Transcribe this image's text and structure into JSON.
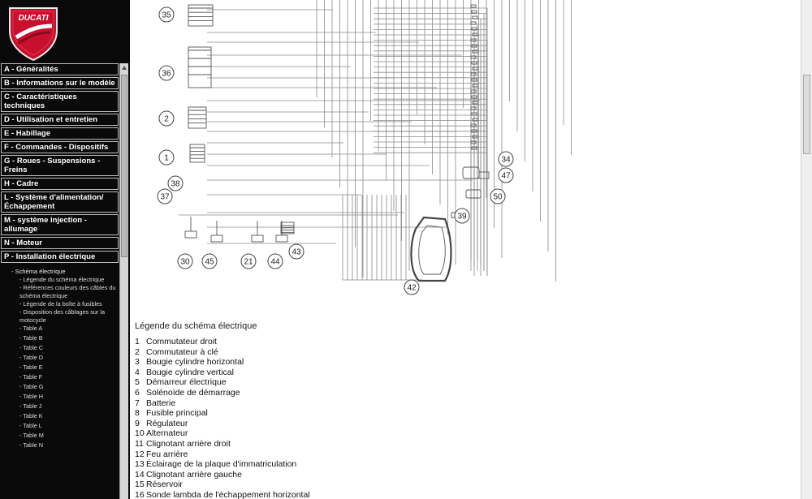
{
  "brand": {
    "logo_text": "DUCATI",
    "colors": {
      "shield": "#c8102e",
      "shield_dark": "#8a0a1e",
      "sidebar_bg": "#0a0a0a"
    }
  },
  "sidebar": {
    "sections": [
      {
        "label": "A - Généralités"
      },
      {
        "label": "B - Informations sur le modèle"
      },
      {
        "label": "C - Caractéristiques techniques"
      },
      {
        "label": "D - Utilisation et entretien"
      },
      {
        "label": "E - Habillage"
      },
      {
        "label": "F - Commandes - Dispositifs"
      },
      {
        "label": "G - Roues - Suspensions - Freins"
      },
      {
        "label": "H - Cadre"
      },
      {
        "label": "L - Système d'alimentation/Échappement"
      },
      {
        "label": "M - système injection - allumage"
      },
      {
        "label": "N - Moteur"
      },
      {
        "label": "P - Installation électrique"
      }
    ],
    "subsection": {
      "heading": "- Schéma électrique",
      "items": [
        {
          "label": "- Légende du schéma électrique"
        },
        {
          "label": "- Références couleurs des câbles du schéma électrique"
        },
        {
          "label": "- Légende de la boîte à fusibles"
        },
        {
          "label": "- Disposition des câblages sur la motocycle"
        }
      ],
      "tables": [
        {
          "label": "- Table A"
        },
        {
          "label": "- Table B"
        },
        {
          "label": "- Table C"
        },
        {
          "label": "- Table D"
        },
        {
          "label": "- Table E"
        },
        {
          "label": "- Table F"
        },
        {
          "label": "- Table G"
        },
        {
          "label": "- Table H"
        },
        {
          "label": "- Table J"
        },
        {
          "label": "- Table K"
        },
        {
          "label": "- Table L"
        },
        {
          "label": "- Table M"
        },
        {
          "label": "- Table N"
        }
      ]
    }
  },
  "diagram": {
    "callouts": [
      "35",
      "36",
      "2",
      "1",
      "38",
      "37",
      "30",
      "45",
      "21",
      "44",
      "43",
      "42",
      "39",
      "50",
      "47",
      "34"
    ]
  },
  "legend": {
    "title": "Légende du schéma électrique",
    "items": [
      {
        "num": "1",
        "text": "Commutateur droit"
      },
      {
        "num": "2",
        "text": "Commutateur à clé"
      },
      {
        "num": "3",
        "text": "Bougie cylindre horizontal"
      },
      {
        "num": "4",
        "text": "Bougie cylindre vertical"
      },
      {
        "num": "5",
        "text": "Démarreur électrique"
      },
      {
        "num": "6",
        "text": "Solénoïde de démarrage"
      },
      {
        "num": "7",
        "text": "Batterie"
      },
      {
        "num": "8",
        "text": "Fusible principal"
      },
      {
        "num": "9",
        "text": "Régulateur"
      },
      {
        "num": "10",
        "text": "Alternateur"
      },
      {
        "num": "11",
        "text": "Clignotant arrière droit"
      },
      {
        "num": "12",
        "text": "Feu arrière"
      },
      {
        "num": "13",
        "text": "Éclairage de la plaque d'immatriculation"
      },
      {
        "num": "14",
        "text": "Clignotant arrière gauche"
      },
      {
        "num": "15",
        "text": "Réservoir"
      },
      {
        "num": "16",
        "text": "Sonde lambda de l'échappement horizontal"
      }
    ]
  }
}
